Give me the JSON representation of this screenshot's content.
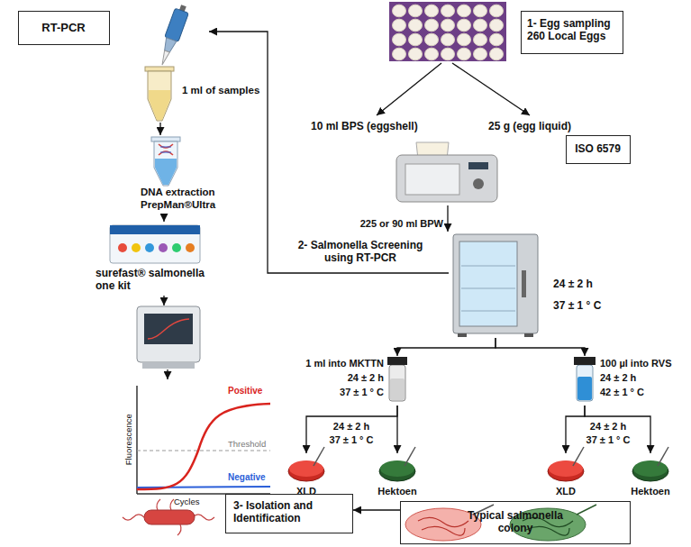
{
  "diagram": {
    "nodes": [
      {
        "text": [
          "RT-PCR"
        ]
      },
      {
        "text": [
          "1 ml of samples"
        ]
      },
      {
        "text": [
          "DNA extraction PrepMan®Ultra"
        ]
      },
      {
        "text": [
          "surefast® salmonella one kit"
        ]
      },
      {
        "text": [
          "Positive",
          "Threshold",
          "Negative",
          "Fluorescence",
          "Cycles"
        ]
      },
      {
        "text": [
          "1- Egg sampling 260 Local Eggs"
        ]
      },
      {
        "text": [
          "ISO 6579"
        ]
      },
      {
        "text": [
          "24 ± 2 h",
          "37 ± 1 ° C"
        ]
      },
      {
        "text": [
          "1 ml into MKTTN",
          "24 ± 2 h",
          "37 ± 1 ° C"
        ]
      },
      {
        "text": [
          "100 µl into RVS",
          "24 ± 2 h",
          "42 ± 1 ° C"
        ]
      },
      {
        "text": [
          "XLD"
        ]
      },
      {
        "text": [
          "Hektoen"
        ]
      },
      {
        "text": [
          "XLD"
        ]
      },
      {
        "text": [
          "Hektoen"
        ]
      },
      {
        "text": [
          "Typical salmonella colony"
        ]
      },
      {
        "text": [
          "3- Isolation and Identification"
        ]
      }
    ],
    "edges": [
      {
        "from": 7,
        "to": 1,
        "label": "2- Salmonella Screening using RT-PCR",
        "arrow": "to"
      },
      {
        "from": 1,
        "to": 2,
        "arrow": "to"
      },
      {
        "from": 2,
        "to": 3,
        "arrow": "to"
      },
      {
        "from": 7,
        "to": 8,
        "arrow": "to"
      },
      {
        "from": 7,
        "to": 9,
        "arrow": "to"
      },
      {
        "from": 8,
        "to": 10,
        "arrow": "to"
      },
      {
        "from": 8,
        "to": 11,
        "arrow": "to"
      },
      {
        "from": 9,
        "to": 12,
        "arrow": "to"
      },
      {
        "from": 9,
        "to": 13,
        "arrow": "to"
      },
      {
        "from": 14,
        "to": 15,
        "arrow": "to"
      }
    ],
    "labels": [
      "10 ml BPS (eggshell)",
      "25 g (egg liquid)",
      "225 or 90 ml BPW",
      "24 ± 2 h",
      "37 ± 1 ° C",
      "24 ± 2 h",
      "37 ± 1 ° C"
    ]
  }
}
